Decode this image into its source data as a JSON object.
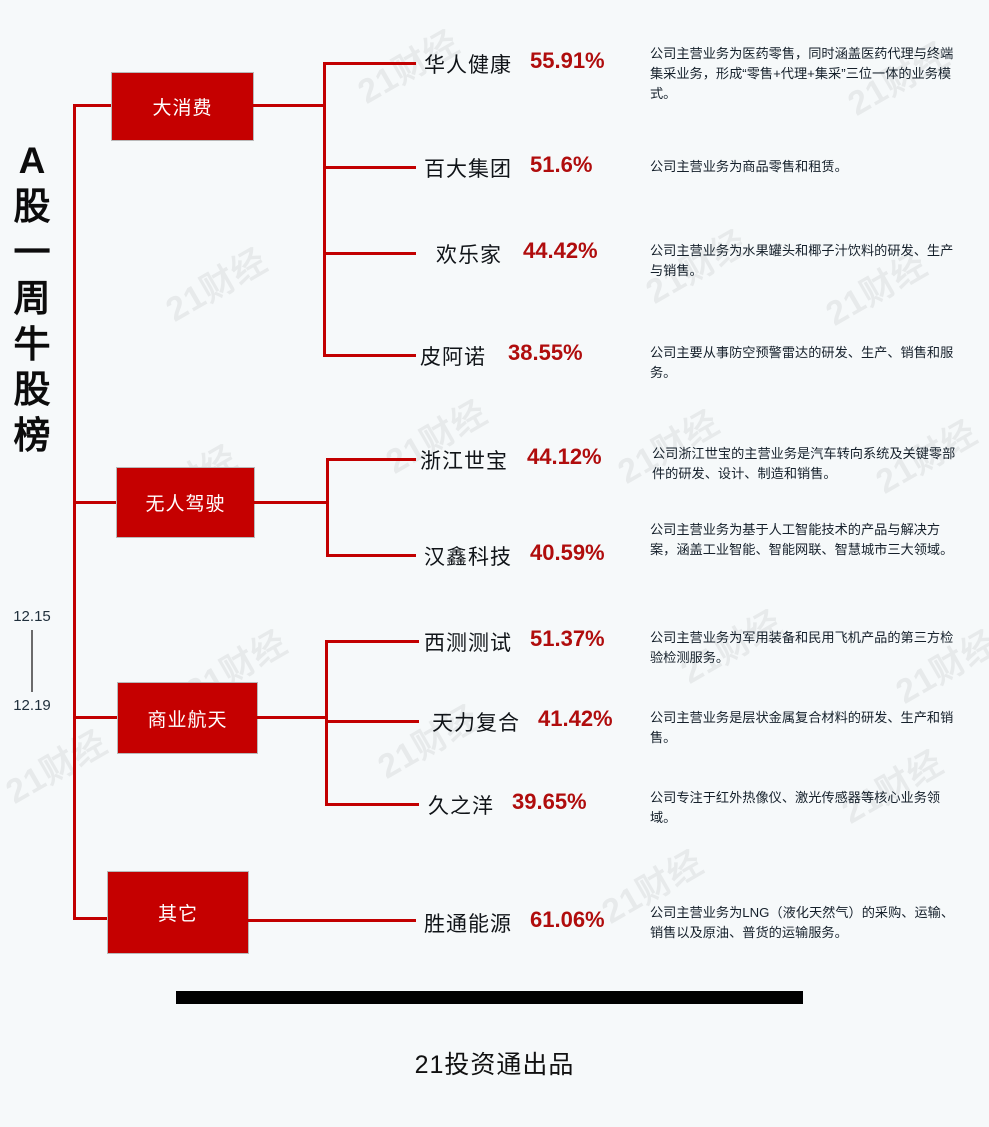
{
  "header": {
    "title_chars": [
      "A",
      "股",
      "一",
      "周",
      "牛",
      "股",
      "榜"
    ],
    "title_text": "A股一周牛股榜",
    "date_start": "12.15",
    "date_end": "12.19"
  },
  "footer": {
    "credit": "21投资通出品"
  },
  "watermark": {
    "text": "21财经"
  },
  "colors": {
    "box_red": "#c50000",
    "line_red": "#c20000",
    "percent_red": "#b00d0d",
    "background": "#f6f9fa",
    "footer_bar": "#000000",
    "title_black": "#0c0c0c"
  },
  "branches": [
    {
      "category": "大消费",
      "stocks": [
        {
          "name": "华人健康",
          "percent": "55.91%",
          "description": "公司主营业务为医药零售，同时涵盖医药代理与终端集采业务，形成“零售+代理+集采”三位一体的业务模式。"
        },
        {
          "name": "百大集团",
          "percent": "51.6%",
          "description": "公司主营业务为商品零售和租赁。"
        },
        {
          "name": "欢乐家",
          "percent": "44.42%",
          "description": "公司主营业务为水果罐头和椰子汁饮料的研发、生产与销售。"
        },
        {
          "name": "皮阿诺",
          "percent": "38.55%",
          "description": "公司主要从事防空预警雷达的研发、生产、销售和服务。"
        }
      ]
    },
    {
      "category": "无人驾驶",
      "stocks": [
        {
          "name": "浙江世宝",
          "percent": "44.12%",
          "description": "公司浙江世宝的主营业务是汽车转向系统及关键零部件的研发、设计、制造和销售。"
        },
        {
          "name": "汉鑫科技",
          "percent": "40.59%",
          "description": "公司主营业务为基于人工智能技术的产品与解决方案，涵盖工业智能、智能网联、智慧城市三大领域。"
        }
      ]
    },
    {
      "category": "商业航天",
      "stocks": [
        {
          "name": "西测测试",
          "percent": "51.37%",
          "description": "公司主营业务为军用装备和民用飞机产品的第三方检验检测服务。"
        },
        {
          "name": "天力复合",
          "percent": "41.42%",
          "description": "公司主营业务是层状金属复合材料的研发、生产和销售。"
        },
        {
          "name": "久之洋",
          "percent": "39.65%",
          "description": "公司专注于红外热像仪、激光传感器等核心业务领域。"
        }
      ]
    },
    {
      "category": "其它",
      "stocks": [
        {
          "name": "胜通能源",
          "percent": "61.06%",
          "description": "公司主营业务为LNG（液化天然气）的采购、运输、销售以及原油、普货的运输服务。"
        }
      ]
    }
  ]
}
